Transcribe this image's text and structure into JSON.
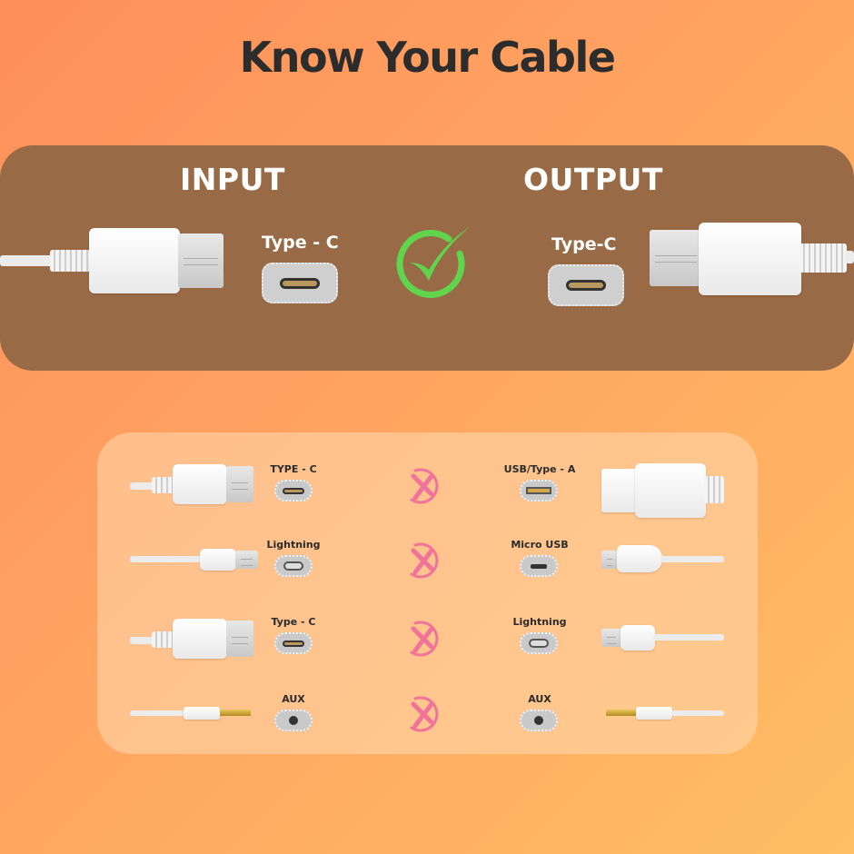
{
  "title": "Know Your Cable",
  "top_panel": {
    "input_heading": "INPUT",
    "output_heading": "OUTPUT",
    "input_port_label": "Type - C",
    "output_port_label": "Type-C",
    "status_icon": "check-circle-icon",
    "colors": {
      "panel": "#986a45",
      "check": "#5fd44c"
    }
  },
  "bottom_panel": {
    "status_icon": "x-circle-icon",
    "colors": {
      "x": "#f0739a"
    },
    "rows": [
      {
        "input_label": "TYPE - C",
        "input_port": "type-c",
        "output_label": "USB/Type - A",
        "output_port": "usb-a"
      },
      {
        "input_label": "Lightning",
        "input_port": "lightning",
        "output_label": "Micro USB",
        "output_port": "micro-usb"
      },
      {
        "input_label": "Type - C",
        "input_port": "type-c",
        "output_label": "Lightning",
        "output_port": "lightning"
      },
      {
        "input_label": "AUX",
        "input_port": "aux",
        "output_label": "AUX",
        "output_port": "aux"
      }
    ]
  }
}
